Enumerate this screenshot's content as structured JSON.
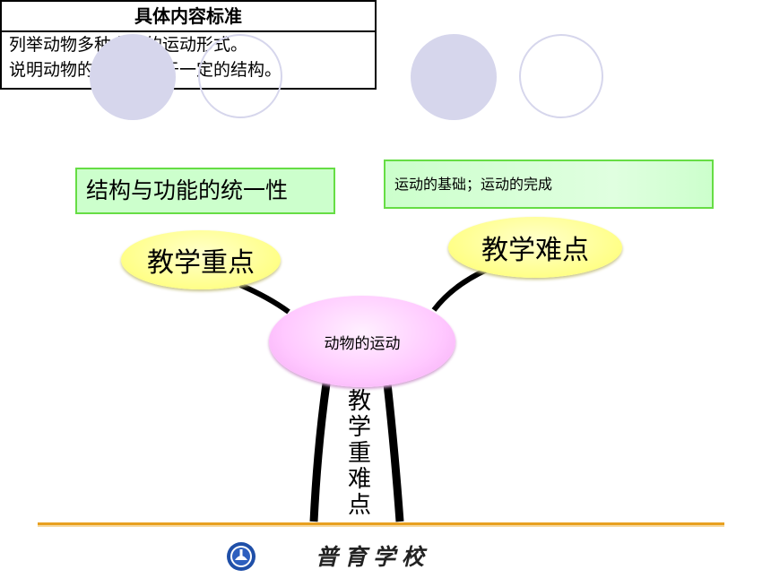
{
  "standard": {
    "title": "具体内容标准",
    "lines": [
      "列举动物多种多样的运动形式。",
      "说明动物的运动依赖于一定的结构。"
    ]
  },
  "key_point": {
    "box_text": "结构与功能的统一性",
    "label": "教学重点"
  },
  "difficult_point": {
    "box_text": "运动的基础；运动的完成",
    "label": "教学难点"
  },
  "center": {
    "label": "动物的运动"
  },
  "trunk": {
    "chars": [
      "教",
      "学",
      "重",
      "难",
      "点"
    ]
  },
  "footer": {
    "school_name": "普育学校"
  },
  "colors": {
    "deco_circle": "#d4d4ec",
    "green_box": "#ccffcc",
    "green_border": "#66dd44",
    "yellow_ellipse": "#ffff99",
    "pink_ellipse": "#ffccff",
    "footer_line": "#e8a020"
  }
}
